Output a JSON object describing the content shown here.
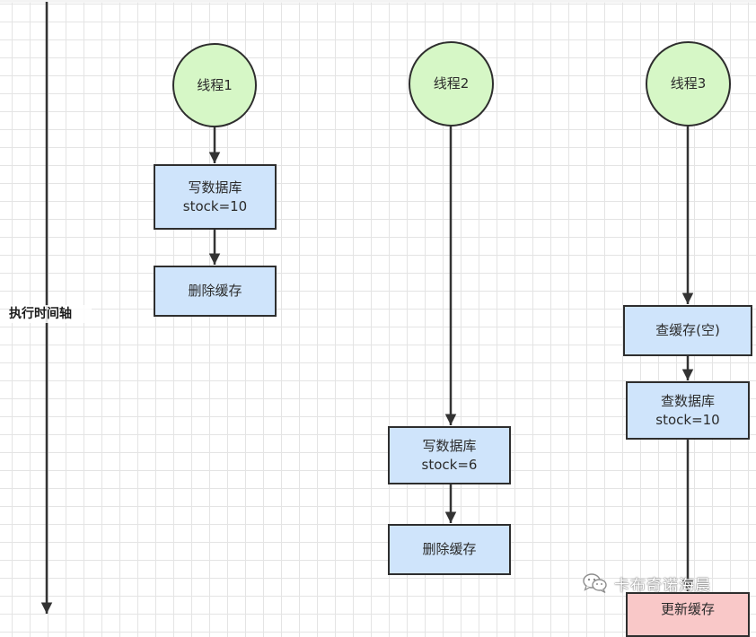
{
  "axis": {
    "label": "执行时间轴"
  },
  "threads": [
    {
      "id": "t1",
      "label": "线程1"
    },
    {
      "id": "t2",
      "label": "线程2"
    },
    {
      "id": "t3",
      "label": "线程3"
    }
  ],
  "steps": {
    "t1": [
      {
        "lines": [
          "写数据库",
          "stock=10"
        ]
      },
      {
        "lines": [
          "删除缓存"
        ]
      }
    ],
    "t2": [
      {
        "lines": [
          "写数据库",
          "stock=6"
        ]
      },
      {
        "lines": [
          "删除缓存"
        ]
      }
    ],
    "t3": [
      {
        "lines": [
          "查缓存(空)"
        ]
      },
      {
        "lines": [
          "查数据库",
          "stock=10"
        ]
      },
      {
        "lines": [
          "更新缓存"
        ],
        "highlight": "#f9c8c8"
      }
    ]
  },
  "watermark": {
    "icon": "wechat-icon",
    "text": "卡布奇诺海晨"
  }
}
